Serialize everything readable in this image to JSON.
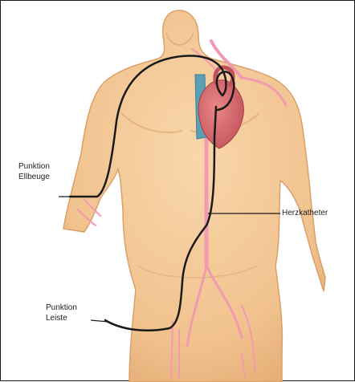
{
  "labels": {
    "elbow_line1": "Punktion",
    "elbow_line2": "Ellbeuge",
    "catheter": "Herzkatheter",
    "groin_line1": "Punktion",
    "groin_line2": "Leiste"
  },
  "colors": {
    "skin": "#f3c995",
    "skin_shade": "#e3ad75",
    "heart": "#d66a6f",
    "vein_blue": "#5a9fb4",
    "artery": "#f19ab0",
    "catheter": "#1a1a1a",
    "border": "#1a1a1a"
  }
}
